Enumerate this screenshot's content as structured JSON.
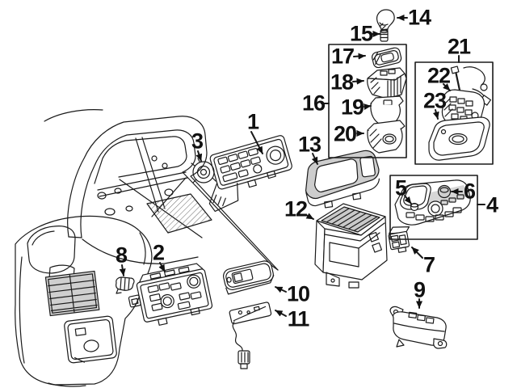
{
  "diagram": {
    "type": "exploded-parts-diagram",
    "background": "#ffffff",
    "line_color": "#1a1a1a",
    "shade_color": "#cccccc",
    "hatch_color": "#666666"
  },
  "callouts": [
    "1",
    "2",
    "3",
    "4",
    "5",
    "6",
    "7",
    "8",
    "9",
    "10",
    "11",
    "12",
    "13",
    "14",
    "15",
    "16",
    "17",
    "18",
    "19",
    "20",
    "21",
    "22",
    "23"
  ]
}
